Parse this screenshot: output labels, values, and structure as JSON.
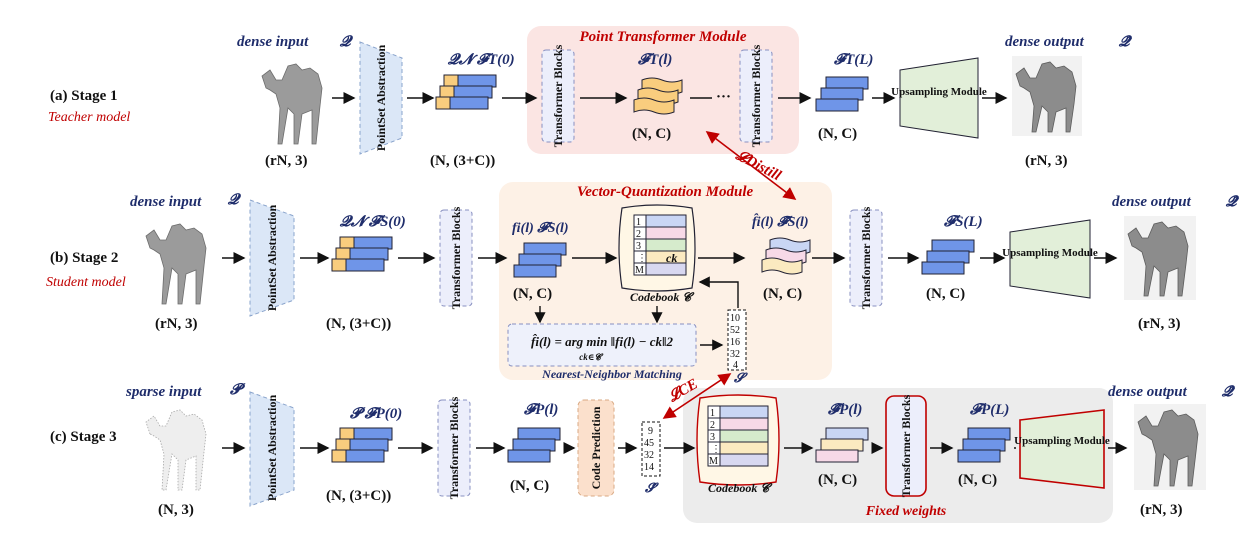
{
  "stage1": {
    "label": "(a) Stage 1",
    "sublabel": "Teacher model",
    "input_label": "dense input",
    "input_sym": "𝓠",
    "input_dims": "(rN, 3)",
    "psa_label": "PointSet Abstraction",
    "feat_sym": "𝓠𝓝  𝓕T(0)",
    "feat_dims": "(N, (3+C))",
    "module_title": "Point Transformer Module",
    "tb1_label": "Transformer Blocks",
    "mid_sym": "𝓕T(l)",
    "mid_dims": "(N, C)",
    "ellipsis": "···",
    "tb2_label": "Transformer Blocks",
    "out_feat_sym": "𝓕T(L)",
    "out_feat_dims": "(N, C)",
    "ups_label": "Upsampling Module",
    "output_label": "dense output",
    "output_sym": "𝓠̂",
    "output_dims": "(rN, 3)"
  },
  "distill_label": "𝓛Distill",
  "stage2": {
    "label": "(b) Stage 2",
    "sublabel": "Student model",
    "input_label": "dense input",
    "input_sym": "𝓠",
    "input_dims": "(rN, 3)",
    "psa_label": "PointSet Abstraction",
    "feat_sym": "𝓠𝓝  𝓕S(0)",
    "feat_dims": "(N, (3+C))",
    "tb1_label": "Transformer Blocks",
    "vq_title": "Vector-Quantization Module",
    "fi_sym": "fi(l)  𝓕S(l)",
    "fi_dims": "(N, C)",
    "codebook_rows": [
      "1",
      "2",
      "3",
      "⋮",
      "M"
    ],
    "ck_label": "ck",
    "codebook_label": "Codebook 𝓒",
    "fhat_sym": "f̂i(l)  𝓕̂S(l)",
    "fhat_dims": "(N, C)",
    "nn_formula": "f̂i(l) = arg min ‖fi(l) − ck‖2",
    "nn_formula_sub": "ck∈𝓒",
    "nn_label": "Nearest-Neighbor Matching",
    "indices": [
      "10",
      "52",
      "16",
      "32",
      "4"
    ],
    "indices_sym": "𝓢",
    "tb2_label": "Transformer Blocks",
    "out_feat_sym": "𝓕S(L)",
    "out_feat_dims": "(N, C)",
    "ups_label": "Upsampling Module",
    "output_label": "dense output",
    "output_sym": "𝓠̂",
    "output_dims": "(rN, 3)"
  },
  "ce_label": "𝓛CE",
  "stage3": {
    "label": "(c) Stage 3",
    "input_label": "sparse input",
    "input_sym": "𝓟",
    "input_dims": "(N, 3)",
    "psa_label": "PointSet Abstraction",
    "feat_sym": "𝓟  𝓕P(0)",
    "feat_dims": "(N, (3+C))",
    "tb1_label": "Transformer Blocks",
    "mid_sym": "𝓕P(l)",
    "mid_dims": "(N, C)",
    "code_pred_label": "Code Prediction",
    "indices": [
      "9",
      "45",
      "32",
      "14"
    ],
    "indices_sym": "𝓢̂",
    "codebook_rows": [
      "1",
      "2",
      "3",
      "⋮",
      "M"
    ],
    "codebook_label": "Codebook 𝓒",
    "fhat_sym": "𝓕̂P(l)",
    "fhat_dims": "(N, C)",
    "tb2_label": "Transformer Blocks",
    "out_feat_sym": "𝓕P(L)",
    "out_feat_dims": "(N, C)",
    "ups_label": "Upsampling Module",
    "fixed_label": "Fixed weights",
    "output_label": "dense output",
    "output_sym": "𝓠̂",
    "output_dims": "(rN, 3)"
  },
  "colors": {
    "navy": "#1f2d6b",
    "red": "#c00000",
    "psa_fill": "#dbe7f7",
    "tb_fill": "#eceefb",
    "ups_fill": "#e2efd9",
    "feat_blue": "#6f95e8",
    "feat_orange": "#f9cd7e",
    "pink_bg": "#fbe5e3",
    "peach_bg": "#fdf1e6",
    "gray_bg": "#ececec",
    "code_pred_fill": "#fbe0cc"
  }
}
